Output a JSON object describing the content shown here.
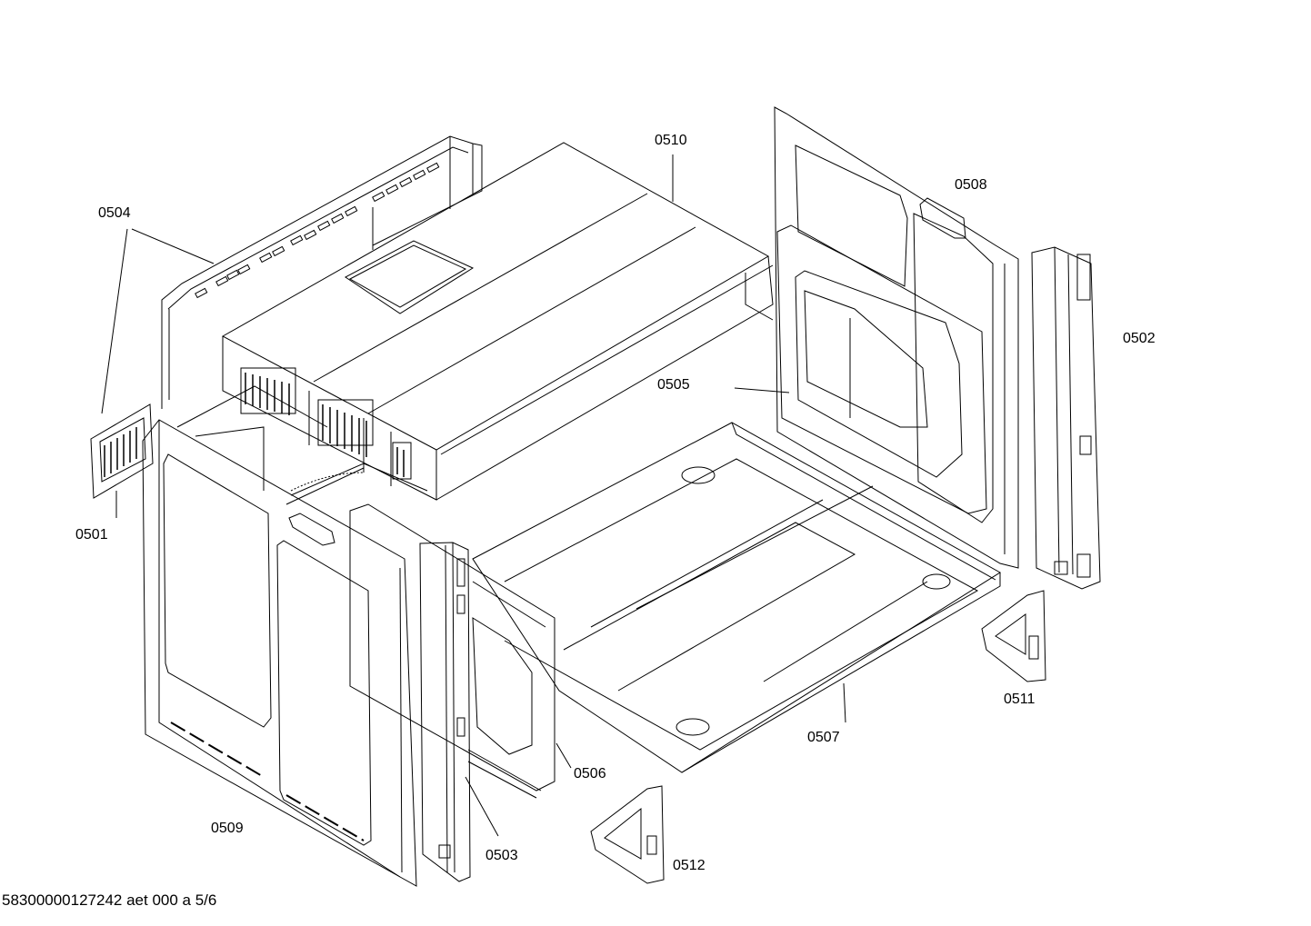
{
  "diagram": {
    "callouts": {
      "p0501": "0501",
      "p0502": "0502",
      "p0503": "0503",
      "p0504": "0504",
      "p0505": "0505",
      "p0506": "0506",
      "p0507": "0507",
      "p0508": "0508",
      "p0509": "0509",
      "p0510": "0510",
      "p0511": "0511",
      "p0512": "0512"
    },
    "footer": "58300000127242 aet 000 a 5/6"
  },
  "colors": {
    "line": "#000000",
    "background": "#ffffff"
  }
}
